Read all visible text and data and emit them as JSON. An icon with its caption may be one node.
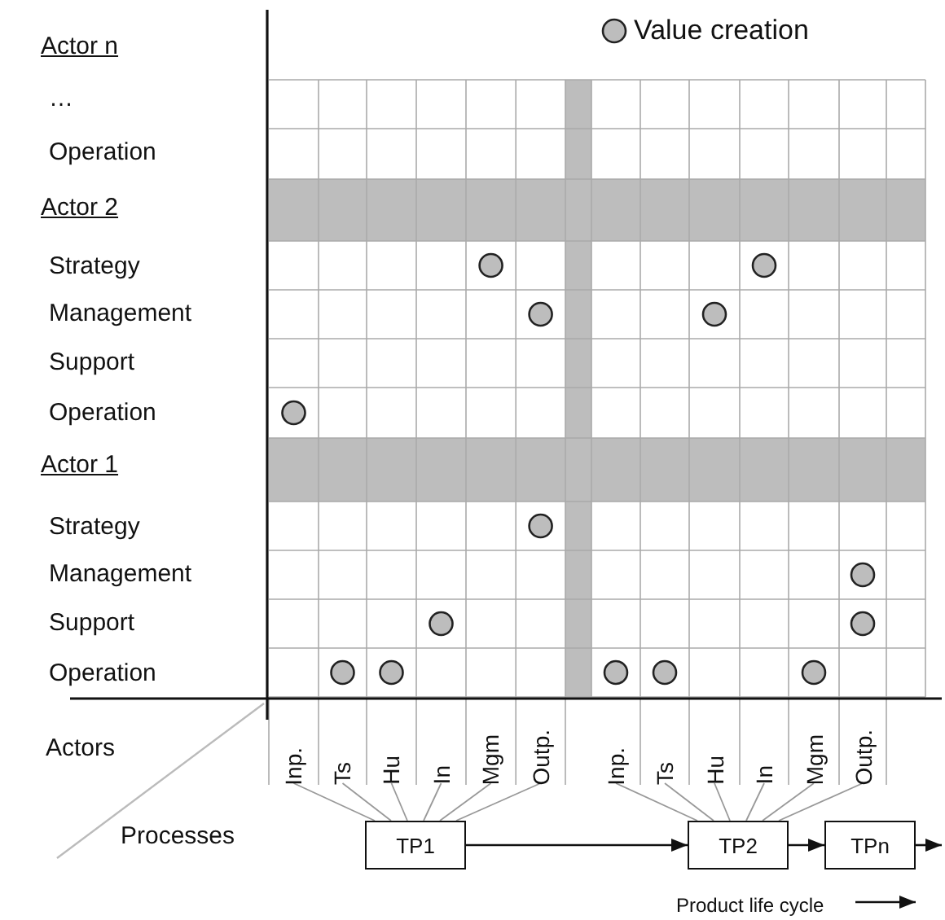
{
  "diagram": {
    "nodes": [
      {
        "text": [
          "Inp."
        ]
      },
      {
        "text": [
          "Ts"
        ]
      },
      {
        "text": [
          "Hu"
        ]
      },
      {
        "text": [
          "In"
        ]
      },
      {
        "text": [
          "Mgm"
        ]
      },
      {
        "text": [
          "Outp."
        ]
      },
      {
        "text": [
          "Inp."
        ]
      },
      {
        "text": [
          "Ts"
        ]
      },
      {
        "text": [
          "Hu"
        ]
      },
      {
        "text": [
          "In"
        ]
      },
      {
        "text": [
          "Mgm"
        ]
      },
      {
        "text": [
          "Outp."
        ]
      },
      {
        "text": [
          "TP1"
        ]
      },
      {
        "text": [
          "TP2"
        ]
      },
      {
        "text": [
          "TPn"
        ]
      }
    ],
    "edges": [
      {
        "from": 0,
        "to": 12,
        "arrow": "none"
      },
      {
        "from": 1,
        "to": 12,
        "arrow": "none"
      },
      {
        "from": 2,
        "to": 12,
        "arrow": "none"
      },
      {
        "from": 3,
        "to": 12,
        "arrow": "none"
      },
      {
        "from": 4,
        "to": 12,
        "arrow": "none"
      },
      {
        "from": 5,
        "to": 12,
        "arrow": "none"
      },
      {
        "from": 6,
        "to": 13,
        "arrow": "none"
      },
      {
        "from": 7,
        "to": 13,
        "arrow": "none"
      },
      {
        "from": 8,
        "to": 13,
        "arrow": "none"
      },
      {
        "from": 9,
        "to": 13,
        "arrow": "none"
      },
      {
        "from": 10,
        "to": 13,
        "arrow": "none"
      },
      {
        "from": 11,
        "to": 13,
        "arrow": "none"
      },
      {
        "from": 12,
        "to": 13,
        "arrow": "to",
        "color": "#111111"
      },
      {
        "from": 13,
        "to": 14,
        "arrow": "to",
        "color": "#111111"
      },
      {
        "from": 14,
        "to": null,
        "arrow": "to",
        "color": "#111111"
      }
    ],
    "labels": [
      "Actor n",
      "…",
      "Operation",
      "Actor 2",
      "Strategy",
      "Management",
      "Support",
      "Operation",
      "Actor 1",
      "Strategy",
      "Management",
      "Support",
      "Operation",
      "Actors",
      "Processes",
      "Product life cycle"
    ],
    "legend": [
      {
        "text": "Value creation"
      }
    ]
  }
}
